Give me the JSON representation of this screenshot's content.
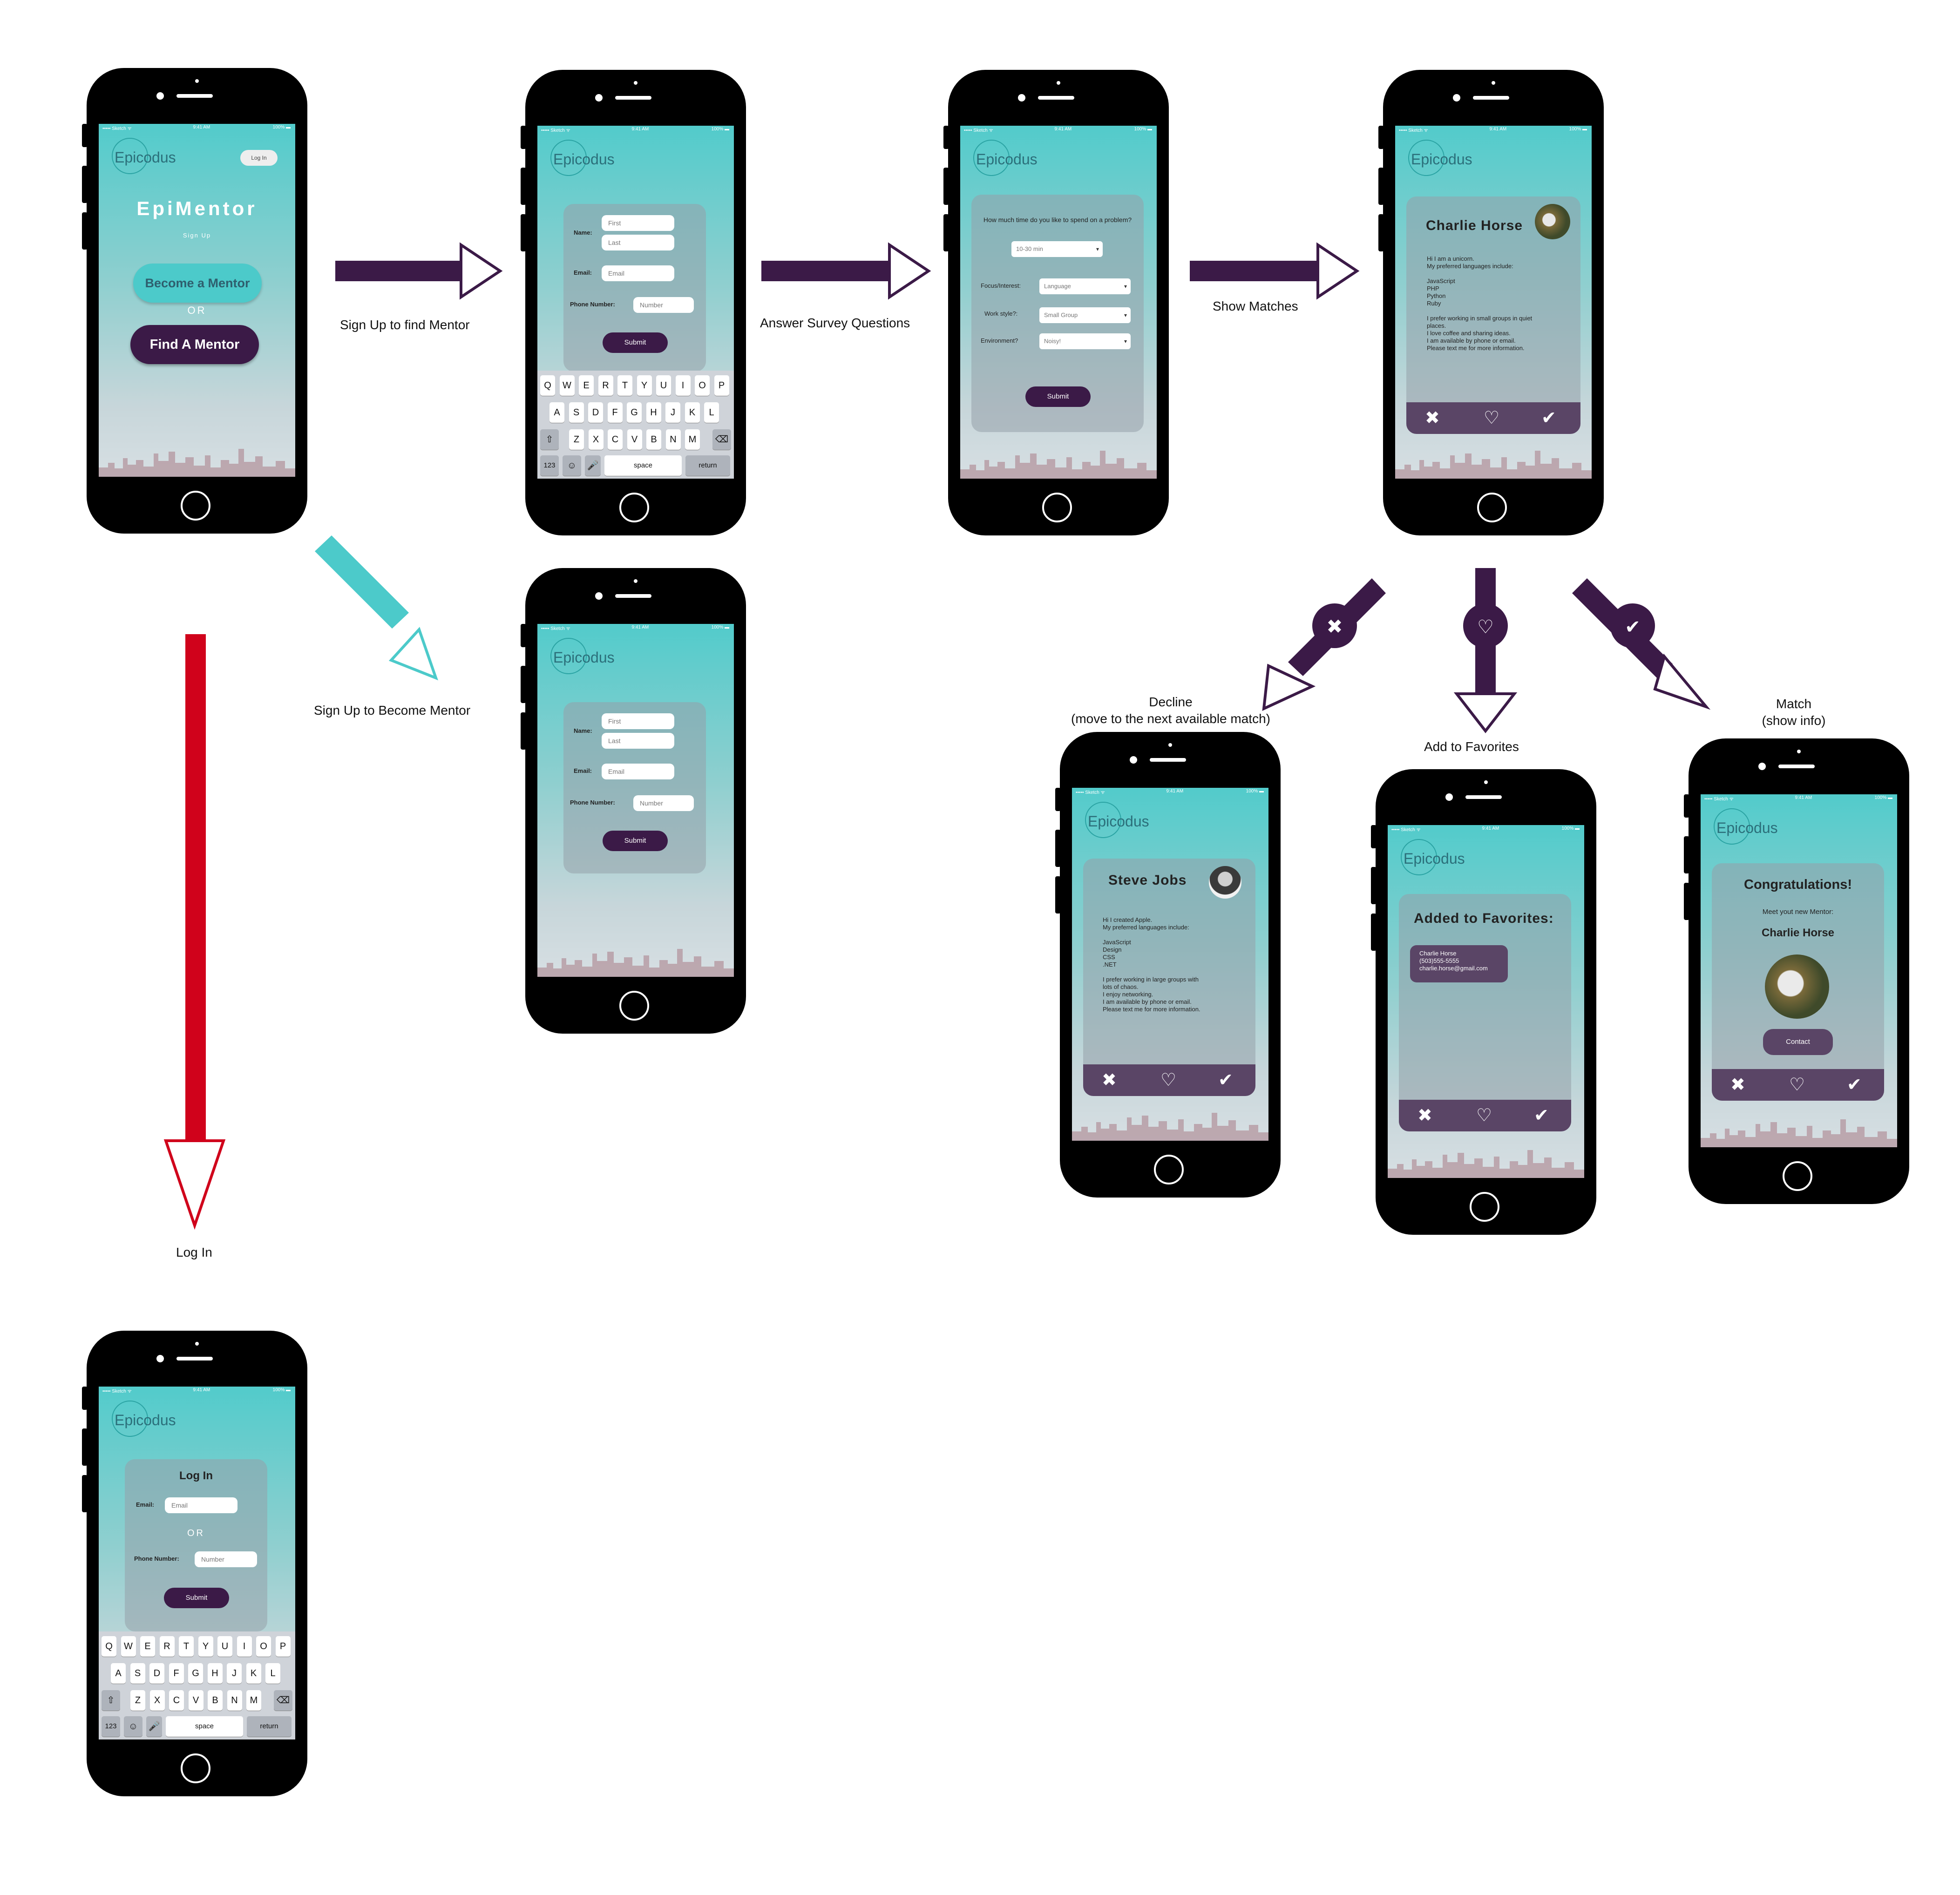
{
  "flow_labels": {
    "sign_up_find": "Sign Up to find Mentor",
    "answer_survey": "Answer Survey Questions",
    "show_matches": "Show Matches",
    "sign_up_become": "Sign Up to  Become Mentor",
    "log_in": "Log In",
    "decline_1": "Decline",
    "decline_2": "(move to the next available match)",
    "add_favorites": "Add to Favorites",
    "match_1": "Match",
    "match_2": "(show info)"
  },
  "colors": {
    "arrow_purple": "#3b1a47",
    "arrow_teal": "#4ccaca",
    "arrow_red": "#d0021b",
    "screen_top": "#52cbcb",
    "button_purple": "#3b1a47",
    "action_bar": "#5a4566"
  },
  "status_bar": {
    "carrier": "••••• Sketch ᯤ",
    "time": "9:41 AM",
    "battery": "100% ▬"
  },
  "brand": "Epicodus",
  "home_screen": {
    "login_button": "Log In",
    "app_title": "EpiMentor",
    "sign_up": "Sign Up",
    "become_mentor": "Become a Mentor",
    "or": "OR",
    "find_mentor": "Find A Mentor"
  },
  "signup_form": {
    "name_label": "Name:",
    "first_placeholder": "First",
    "last_placeholder": "Last",
    "email_label": "Email:",
    "email_placeholder": "Email",
    "phone_label": "Phone Number:",
    "phone_placeholder": "Number",
    "submit": "Submit"
  },
  "keyboard": {
    "row1": [
      "Q",
      "W",
      "E",
      "R",
      "T",
      "Y",
      "U",
      "I",
      "O",
      "P"
    ],
    "row2": [
      "A",
      "S",
      "D",
      "F",
      "G",
      "H",
      "J",
      "K",
      "L"
    ],
    "row3": [
      "Z",
      "X",
      "C",
      "V",
      "B",
      "N",
      "M"
    ],
    "shift_icon": "shift-icon",
    "delete_icon": "delete-icon",
    "numbers": "123",
    "emoji_icon": "emoji-icon",
    "mic_icon": "mic-icon",
    "space": "space",
    "return": "return"
  },
  "survey": {
    "question": "How much time do you like to spend on a problem?",
    "time_value": "10-30 min",
    "focus_label": "Focus/Interest:",
    "focus_value": "Language",
    "work_label": "Work style?:",
    "work_value": "Small Group",
    "env_label": "Environment?",
    "env_value": "Noisy!",
    "submit": "Submit"
  },
  "match_card": {
    "name": "Charlie Horse",
    "bio": [
      "Hi I am a unicorn.",
      "My preferred languages include:",
      "",
      "JavaScript",
      "PHP",
      "Python",
      "Ruby",
      "",
      "I prefer working in small groups in quiet",
      "places.",
      "I love coffee and sharing ideas.",
      "I am available by phone or email.",
      "Please text me for more information."
    ]
  },
  "decline_card": {
    "name": "Steve Jobs",
    "bio": [
      "Hi I created Apple.",
      "My preferred languages include:",
      "",
      "JavaScript",
      "Design",
      "CSS",
      ".NET",
      "",
      "I prefer working in large groups with",
      "lots of chaos.",
      "I enjoy networking.",
      "I am available by phone or email.",
      "Please text me for more information."
    ]
  },
  "favorites_card": {
    "title": "Added to Favorites:",
    "entry": [
      "Charlie Horse",
      "(503)555-5555",
      "charlie.horse@gmail.com"
    ]
  },
  "congrats_card": {
    "title": "Congratulations!",
    "subtitle": "Meet yout new Mentor:",
    "name": "Charlie Horse",
    "contact": "Contact"
  },
  "action_icons": {
    "decline": "close-icon",
    "favorite": "heart-icon",
    "accept": "check-icon"
  },
  "login_screen": {
    "title": "Log In",
    "email_label": "Email:",
    "email_placeholder": "Email",
    "or": "OR",
    "phone_label": "Phone Number:",
    "phone_placeholder": "Number",
    "submit": "Submit"
  }
}
